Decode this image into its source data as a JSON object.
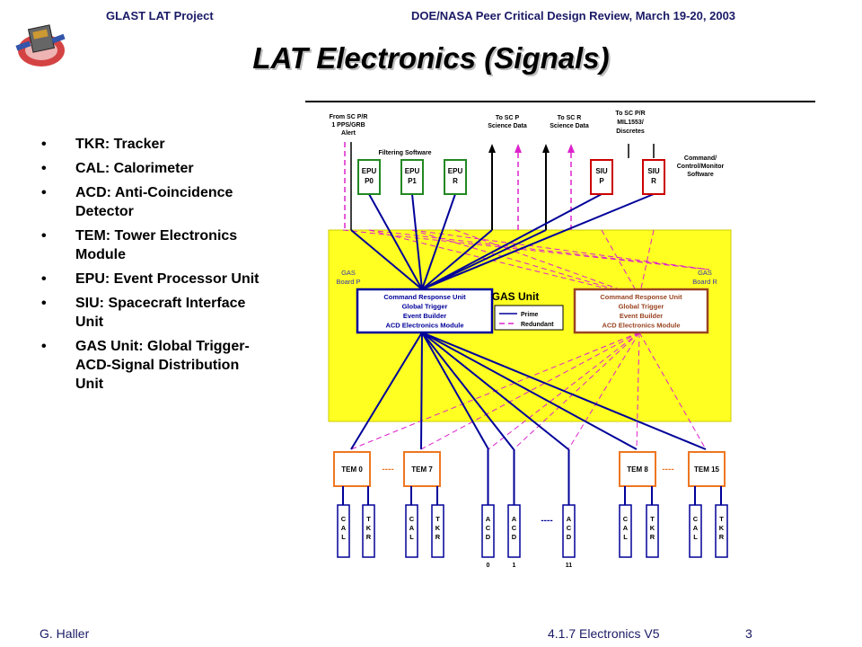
{
  "header": {
    "left": "GLAST LAT Project",
    "right": "DOE/NASA Peer Critical Design Review, March 19-20, 2003"
  },
  "title": "LAT Electronics (Signals)",
  "bullets": [
    {
      "l1": "TKR: Tracker",
      "l2": ""
    },
    {
      "l1": "CAL: Calorimeter",
      "l2": ""
    },
    {
      "l1": "ACD: Anti-Coincidence",
      "l2": "Detector"
    },
    {
      "l1": "TEM: Tower Electronics",
      "l2": "Module"
    },
    {
      "l1": "EPU: Event Processor Unit",
      "l2": ""
    },
    {
      "l1": "SIU: Spacecraft Interface",
      "l2": "Unit"
    },
    {
      "l1": "GAS Unit: Global Trigger-",
      "l2": "ACD-Signal Distribution",
      "l3": "Unit"
    }
  ],
  "diagram": {
    "top_labels": {
      "from_sc": [
        "From SC P/R",
        "1 PPS/GRB",
        "Alert"
      ],
      "to_sc_p": [
        "To SC P",
        "Science Data"
      ],
      "to_sc_r": [
        "To SC R",
        "Science Data"
      ],
      "to_sc_mil": [
        "To SC P/R",
        "MIL1553/",
        "Discretes"
      ],
      "filtering": "Filtering Software",
      "command": [
        "Command/",
        "Control/Monitor",
        "Software"
      ]
    },
    "epu": [
      [
        "EPU",
        "P0"
      ],
      [
        "EPU",
        "P1"
      ],
      [
        "EPU",
        "R"
      ]
    ],
    "siu": [
      [
        "SIU",
        "P"
      ],
      [
        "SIU",
        "R"
      ]
    ],
    "gas": {
      "title": "GAS Unit",
      "board_p": [
        "GAS",
        "Board P"
      ],
      "board_r": [
        "GAS",
        "Board R"
      ],
      "module_lines": [
        "Command Response Unit",
        "Global Trigger",
        "Event Builder",
        "ACD Electronics Module"
      ],
      "legend_prime": "Prime",
      "legend_redundant": "Redundant"
    },
    "tems": [
      "TEM 0",
      "TEM 7",
      "TEM 8",
      "TEM 15"
    ],
    "ellipsis": "----",
    "cal_letters": [
      "C",
      "A",
      "L"
    ],
    "tkr_letters": [
      "T",
      "K",
      "R"
    ],
    "acd_letters": [
      "A",
      "C",
      "D"
    ],
    "acd_numbers": [
      "0",
      "1",
      "11"
    ],
    "colors": {
      "gas_fill": "#ffff22",
      "prime": "#000099",
      "redundant": "#dd22cc",
      "epu_border": "#228822",
      "siu_border": "#cc0000",
      "tem_border": "#ee7722",
      "module_r_border": "#994422"
    }
  },
  "footer": {
    "left": "G. Haller",
    "center": "4.1.7 Electronics  V5",
    "page": "3"
  }
}
